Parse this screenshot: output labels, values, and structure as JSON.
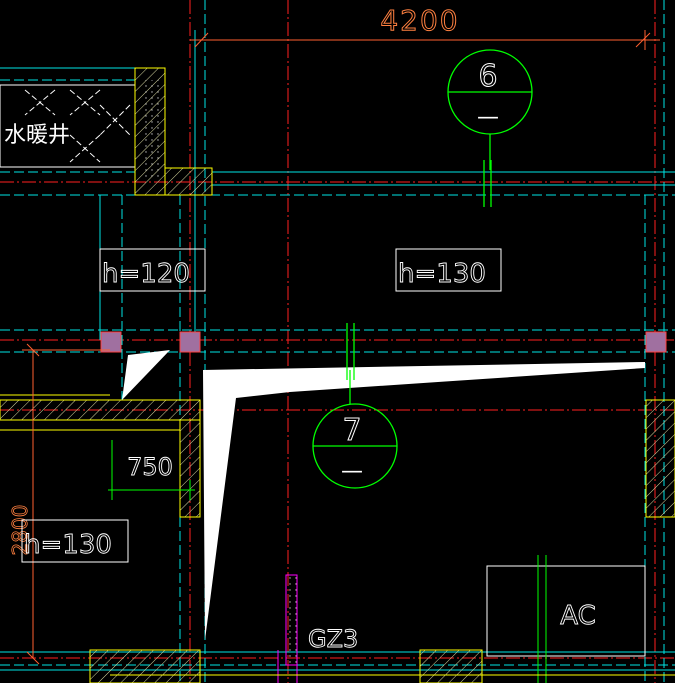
{
  "drawing": {
    "dimension_top": "4200",
    "dimension_left": "2800",
    "dimension_small": "750",
    "room_label_shaft": "水暖井",
    "slab_labels": [
      "h=120",
      "h=130",
      "h=130"
    ],
    "section_marks": [
      {
        "number": "6",
        "sub": "—"
      },
      {
        "number": "7",
        "sub": "—"
      }
    ],
    "column_tag": "GZ3",
    "equipment_label": "AC"
  },
  "colors": {
    "background": "#000000",
    "axis_line": "#ff2020",
    "wall_line": "#ffff00",
    "hidden_line": "#00e5e5",
    "dimension": "#ff8040",
    "text": "#ffffff",
    "symbol": "#00ff00",
    "column": "#a070a0",
    "column_tag": "#ff00ff"
  }
}
